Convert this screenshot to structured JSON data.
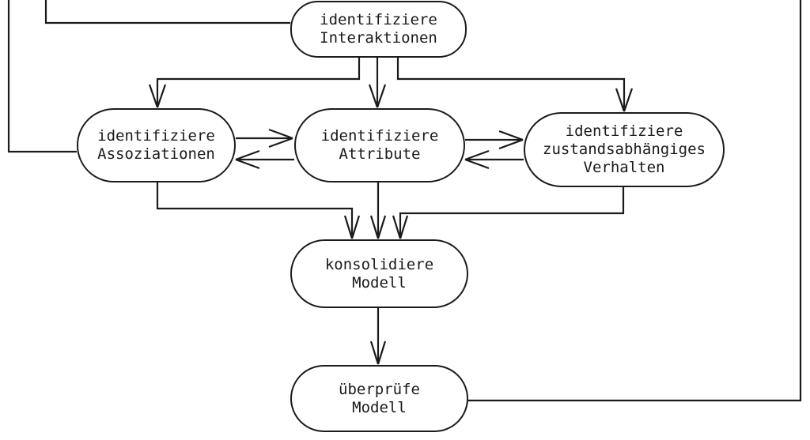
{
  "diagram": {
    "language": "de",
    "colors": {
      "stroke": "#1b1b1b",
      "text": "#1a1a1a",
      "background": "#ffffff"
    },
    "nodes": {
      "interaktionen": {
        "line1": "identifiziere",
        "line2": "Interaktionen"
      },
      "assoziationen": {
        "line1": "identifiziere",
        "line2": "Assoziationen"
      },
      "attribute": {
        "line1": "identifiziere",
        "line2": "Attribute"
      },
      "verhalten": {
        "line1": "identifiziere",
        "line2": "zustandsabhängiges",
        "line3": "Verhalten"
      },
      "konsolidiere": {
        "line1": "konsolidiere",
        "line2": "Modell"
      },
      "ueberpruefe": {
        "line1": "überprüfe",
        "line2": "Modell"
      }
    },
    "edges": [
      {
        "from": "offscreen-top",
        "to": "identifiziere Interaktionen",
        "arrowhead": "none"
      },
      {
        "from": "offscreen-top",
        "to": "identifiziere Assoziationen",
        "arrowhead": "none"
      },
      {
        "from": "identifiziere Interaktionen",
        "to": "identifiziere Assoziationen",
        "arrowhead": "open-v"
      },
      {
        "from": "identifiziere Interaktionen",
        "to": "identifiziere Attribute",
        "arrowhead": "open-v"
      },
      {
        "from": "identifiziere Interaktionen",
        "to": "identifiziere zustandsabhängiges Verhalten",
        "arrowhead": "open-v"
      },
      {
        "from": "identifiziere Assoziationen",
        "to": "identifiziere Attribute",
        "arrowhead": "open-v"
      },
      {
        "from": "identifiziere Attribute",
        "to": "identifiziere Assoziationen",
        "arrowhead": "open-v"
      },
      {
        "from": "identifiziere Attribute",
        "to": "identifiziere zustandsabhängiges Verhalten",
        "arrowhead": "open-v"
      },
      {
        "from": "identifiziere zustandsabhängiges Verhalten",
        "to": "identifiziere Attribute",
        "arrowhead": "open-v"
      },
      {
        "from": "identifiziere Assoziationen",
        "to": "konsolidiere Modell",
        "arrowhead": "open-v"
      },
      {
        "from": "identifiziere Attribute",
        "to": "konsolidiere Modell",
        "arrowhead": "open-v"
      },
      {
        "from": "identifiziere zustandsabhängiges Verhalten",
        "to": "konsolidiere Modell",
        "arrowhead": "open-v"
      },
      {
        "from": "konsolidiere Modell",
        "to": "überprüfe Modell",
        "arrowhead": "open-v"
      },
      {
        "from": "überprüfe Modell",
        "to": "offscreen-top",
        "arrowhead": "none"
      }
    ]
  }
}
